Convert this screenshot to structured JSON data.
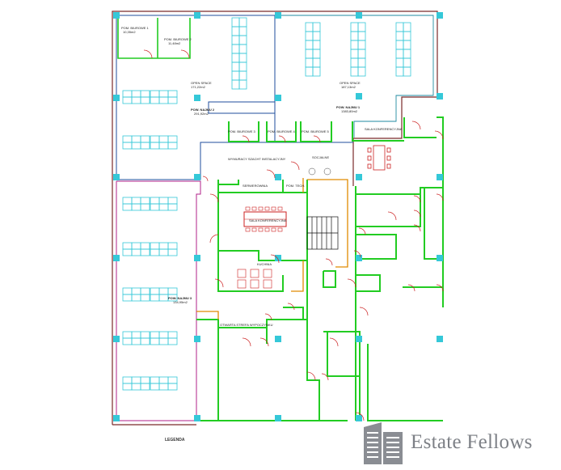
{
  "rooms": {
    "office1": "POM. BIUROWE 1",
    "office1_area": "10,35m2",
    "office2": "POM. BIUROWE 2",
    "office2_area": "11,48m2",
    "open_space_left": "OPEN SPACE",
    "open_space_left_area": "171,22m2",
    "rent_room_2": "POW. NAJMU 2",
    "rent_room_2_area": "291,92m2",
    "open_space_right": "OPEN SPACE",
    "open_space_right_area": "187,13m2",
    "rent_room_1": "POW. NAJMU 1",
    "rent_room_1_area": "1383,80m2",
    "office3": "POM. BIUROWE 3",
    "office4": "POM. BIUROWE 4",
    "office5": "POM. BIUROWE 5",
    "conference_room": "SALA KONFERENCYJNA",
    "shaft": "WYMURACY SZACHT INSTALACYJNY",
    "server_room": "SERWEROWNIA",
    "tech_room": "POM. TECH.",
    "toilets": "SOCJALNE",
    "conference_big": "SALA KONFERENCYJNA",
    "kitchen": "KUCHNIA",
    "rent_room_3": "POW. NAJMU 3",
    "rent_room_3_area": "134,95m2",
    "reception": "OTWARTA STREFA WYPOCZYNKU"
  },
  "legend": "LEGENDA",
  "brand": {
    "name": "Estate Fellows",
    "logo_icon": "building-icon"
  },
  "colors": {
    "green_wall": "#22cc22",
    "red_door": "#cc2222",
    "blue_line": "#1f4e9c",
    "magenta_line": "#b0208a",
    "cyan_furniture": "#35c8d8",
    "orange_line": "#e08a00"
  }
}
